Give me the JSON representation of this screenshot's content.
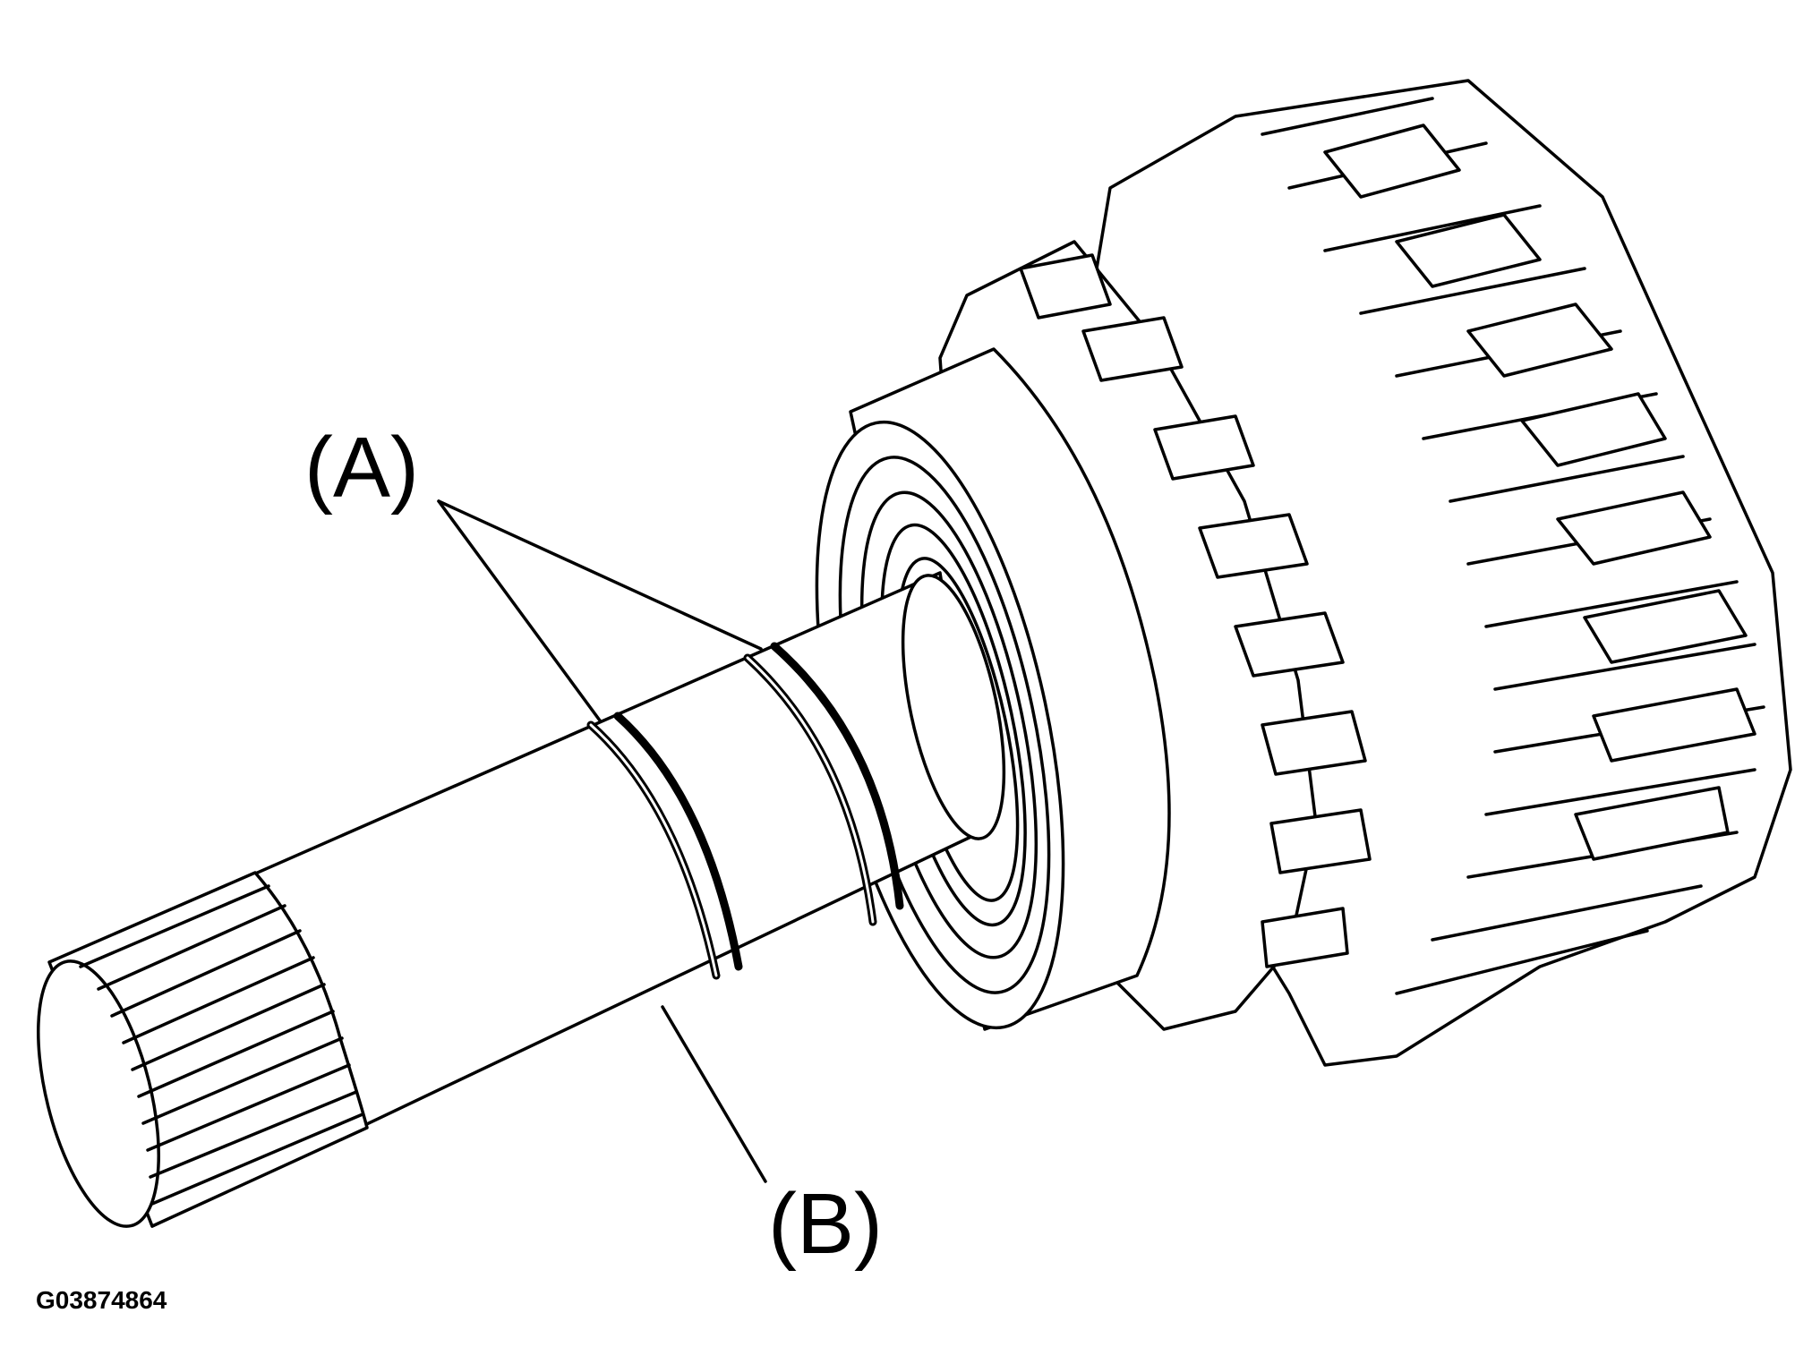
{
  "labels": {
    "a": "(A)",
    "b": "(B)"
  },
  "figure_code": "G03874864"
}
